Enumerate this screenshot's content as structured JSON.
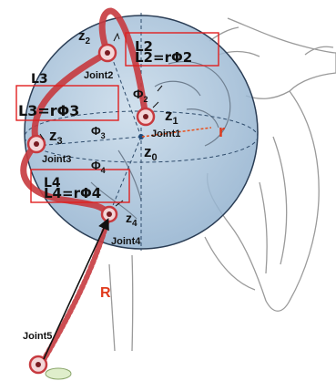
{
  "labels": {
    "z2": "z",
    "z2_sub": "2",
    "joint2": "Joint2",
    "phi2": "Φ",
    "phi2_sub": "2",
    "z1": "z",
    "z1_sub": "1",
    "joint1": "Joint1",
    "r": "r",
    "z3": "z",
    "z3_sub": "3",
    "phi3": "Φ",
    "phi3_sub": "3",
    "joint3": "Joint3",
    "z0": "z",
    "z0_sub": "0",
    "phi4": "Φ",
    "phi4_sub": "4",
    "z4": "z",
    "z4_sub": "4",
    "joint4": "Joint4",
    "R": "R",
    "joint5": "Joint5"
  },
  "boxes": {
    "l2_title": "L2",
    "l2_eq": "L2=rΦ2",
    "l3_title": "L3",
    "l3_eq": "L3=rΦ3",
    "l4_title": "L4",
    "l4_eq": "L4=rΦ4"
  },
  "colors": {
    "sphere": "#a9c4dd",
    "sphere_edge": "#2a3d55",
    "link_red": "#c73a3f",
    "box_red": "#e02020",
    "r_label": "#e8501c"
  }
}
